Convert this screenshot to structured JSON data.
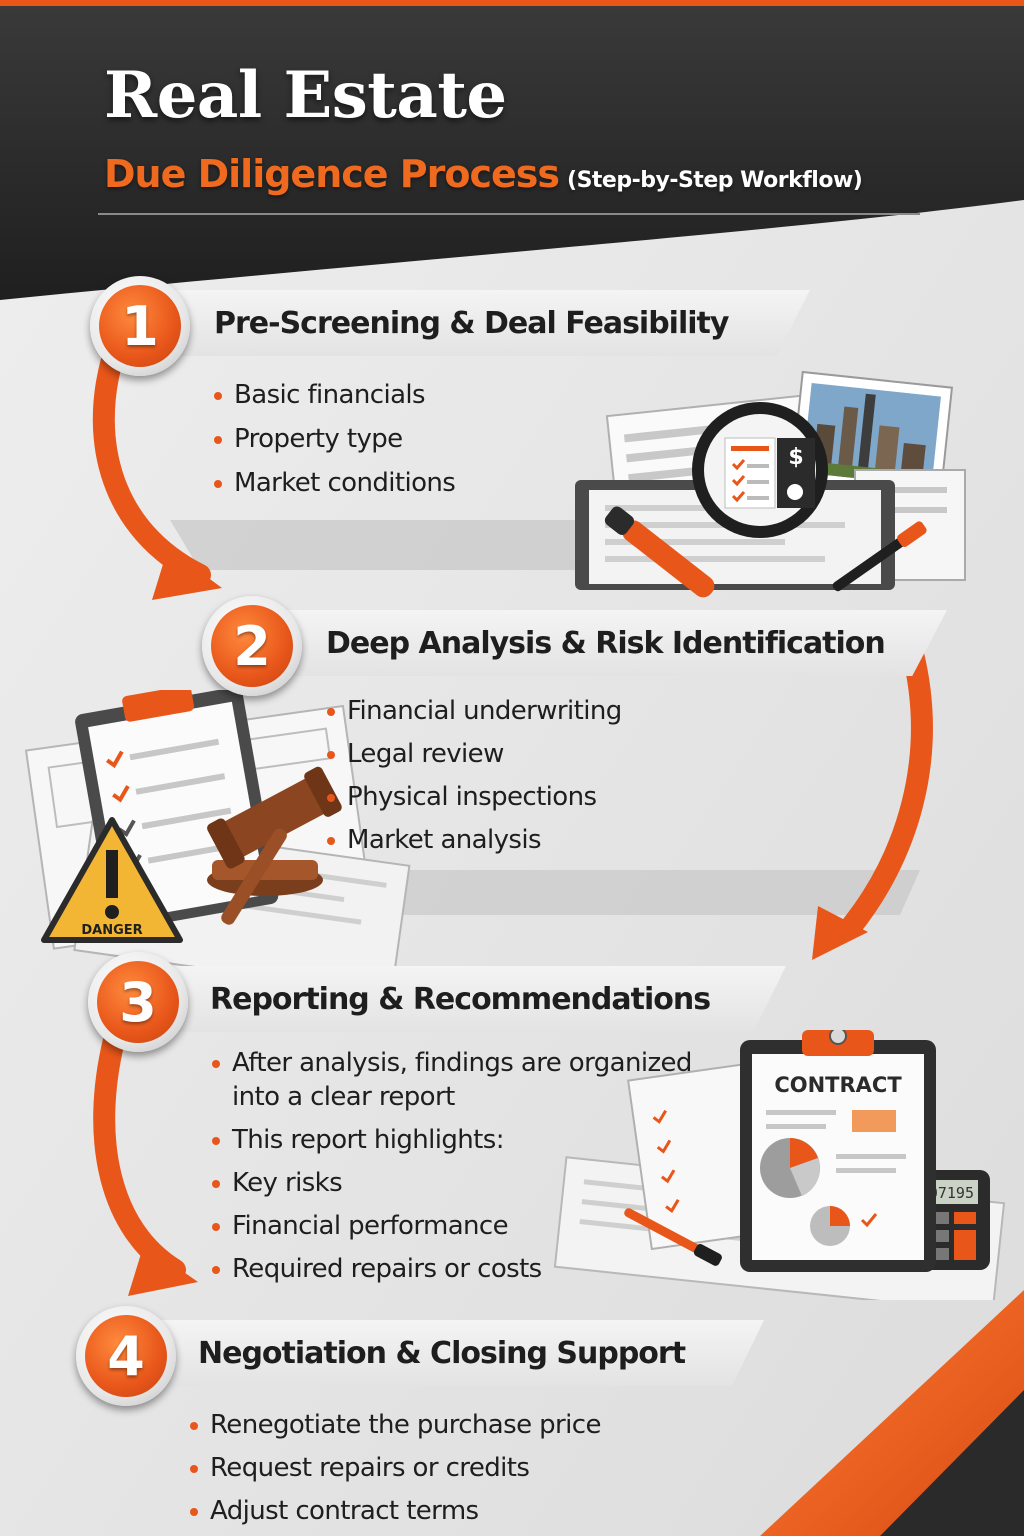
{
  "title": {
    "main": "Real Estate",
    "sub": "Due Diligence Process",
    "note": "(Step-by-Step Workflow)"
  },
  "steps": [
    {
      "number": "1",
      "heading": "Pre-Screening & Deal Feasibility",
      "bullets": [
        "Basic financials",
        "Property type",
        "Market conditions"
      ],
      "illustration": "magnifying-glass-documents-icon"
    },
    {
      "number": "2",
      "heading": "Deep Analysis & Risk Identification",
      "bullets": [
        "Financial underwriting",
        "Legal review",
        "Physical inspections",
        "Market analysis"
      ],
      "illustration": "clipboard-gavel-warning-icon",
      "warning_label": "DANGER"
    },
    {
      "number": "3",
      "heading": "Reporting & Recommendations",
      "bullets": [
        "After analysis, findings are organized",
        "into a clear report",
        "This report highlights:",
        "Key risks",
        "Financial performance",
        "Required repairs or costs"
      ],
      "illustration": "contract-clipboard-calculator-icon",
      "contract_label": "CONTRACT",
      "calculator_display": "907195"
    },
    {
      "number": "4",
      "heading": "Negotiation & Closing Support",
      "bullets": [
        "Renegotiate the purchase price",
        "Request repairs or credits",
        "Adjust contract terms"
      ]
    }
  ],
  "colors": {
    "accent": "#e8561a",
    "dark": "#2b2b2b",
    "light": "#eaeaea"
  }
}
